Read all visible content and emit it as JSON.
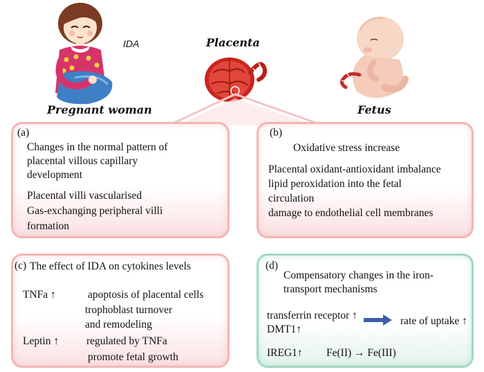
{
  "header": {
    "ida": "IDA",
    "pregnant_woman": "Pregnant woman",
    "placenta": "Placenta",
    "fetus": "Fetus"
  },
  "panel_a": {
    "label": "(a)",
    "lines": [
      "Changes in the normal pattern of",
      "placental villous capillary",
      "development",
      "Placental villi vascularised",
      "Gas-exchanging peripheral villi",
      "formation"
    ]
  },
  "panel_b": {
    "label": "(b)",
    "title": "Oxidative stress increase",
    "lines": [
      "Placental oxidant-antioxidant imbalance",
      "lipid peroxidation into the fetal",
      "circulation",
      "damage to endothelial cell membranes"
    ]
  },
  "panel_c": {
    "label": "(c)",
    "title": "The effect of IDA on cytokines levels",
    "tnfa": "TNFa ↑",
    "tnfa_effects": [
      "apoptosis of placental cells",
      "trophoblast turnover",
      "and remodeling"
    ],
    "leptin": "Leptin ↑",
    "leptin_effects": [
      "regulated by TNFa",
      "promote fetal growth"
    ]
  },
  "panel_d": {
    "label": "(d)",
    "title_lines": [
      "Compensatory changes in the iron-",
      "transport mechanisms"
    ],
    "transferrin": "transferrin receptor ↑",
    "dmt1": "DMT1↑",
    "uptake": "rate of uptake ↑",
    "ireg1": "IREG1↑",
    "fe": "Fe(II) → Fe(III)"
  },
  "colors": {
    "pink_border": "#f2b6b3",
    "green_border": "#9fd9c0",
    "arrow_blue": "#3d5fa8",
    "placenta_red": "#d8332b"
  }
}
